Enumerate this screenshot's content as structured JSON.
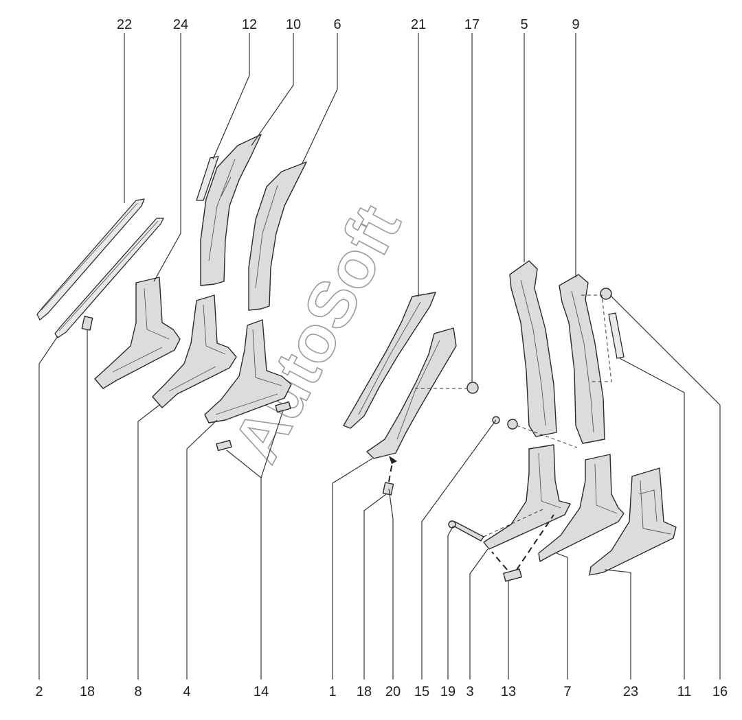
{
  "watermark": "AutoSoft",
  "callouts_top": [
    "22",
    "24",
    "12",
    "10",
    "6",
    "21",
    "17",
    "5",
    "9"
  ],
  "callouts_bottom": [
    "2",
    "18",
    "8",
    "4",
    "14",
    "1",
    "18",
    "20",
    "15",
    "19",
    "3",
    "13",
    "7",
    "23",
    "11",
    "16"
  ]
}
